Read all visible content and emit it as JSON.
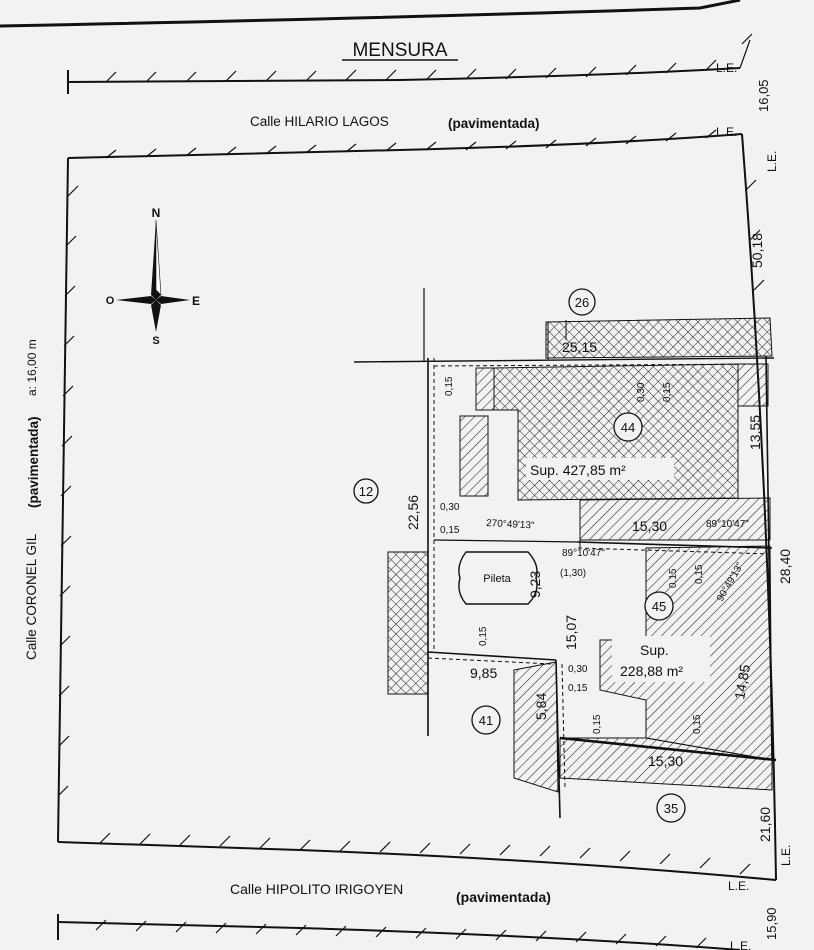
{
  "title": "MENSURA",
  "streets": {
    "north": {
      "name": "Calle HILARIO LAGOS",
      "note": "(pavimentada)"
    },
    "south": {
      "name": "Calle HIPOLITO IRIGOYEN",
      "note": "(pavimentada)"
    },
    "west": {
      "name": "Calle CORONEL GIL",
      "note": "(pavimentada)",
      "width": "a: 16,00 m"
    }
  },
  "street_widths": {
    "top": "16,05",
    "bottom": "15,90"
  },
  "line_marks": {
    "le": "L.E."
  },
  "compass": {
    "n": "N",
    "s": "S",
    "e": "E",
    "o": "O"
  },
  "lots": [
    {
      "id": "26"
    },
    {
      "id": "12"
    },
    {
      "id": "44",
      "area": "Sup. 427,85 m²"
    },
    {
      "id": "45",
      "area_a": "Sup.",
      "area_b": "228,88 m²"
    },
    {
      "id": "41"
    },
    {
      "id": "35"
    }
  ],
  "pool": {
    "label": "Pileta"
  },
  "dimensions": {
    "d_50_18": "50,18",
    "d_25_15": "25,15",
    "d_13_55": "13,55",
    "d_22_56": "22,56",
    "d_15_30_mid": "15,30",
    "d_28_40": "28,40",
    "d_9_23": "9,23",
    "d_15_07": "15,07",
    "d_14_85": "14,85",
    "d_9_85": "9,85",
    "d_5_84": "5,84",
    "d_15_30_bot": "15,30",
    "d_21_60": "21,60",
    "d_1_30": "(1,30)"
  },
  "offsets": {
    "o_015": "0,15",
    "o_030": "0,30"
  },
  "angles": {
    "a1": "270°49'13\"",
    "a2": "89°10'47\"",
    "a3": "89°10'47\"",
    "a4": "90°49'13\""
  }
}
